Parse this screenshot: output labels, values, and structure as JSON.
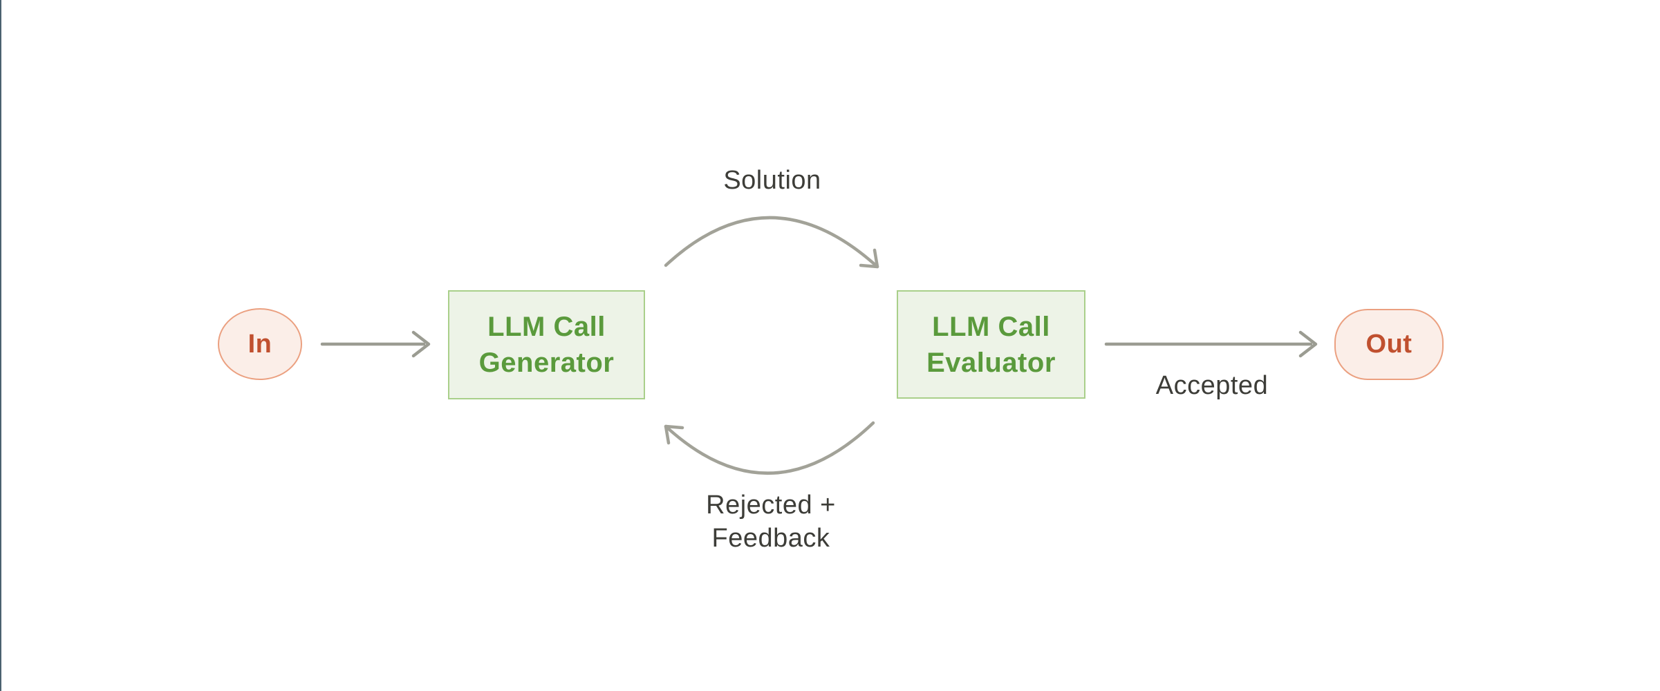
{
  "diagram": {
    "nodes": {
      "input": {
        "label": "In"
      },
      "generator": {
        "line1": "LLM Call",
        "line2": "Generator"
      },
      "evaluator": {
        "line1": "LLM Call",
        "line2": "Evaluator"
      },
      "output": {
        "label": "Out"
      }
    },
    "edges": {
      "generator_to_evaluator": {
        "label": "Solution"
      },
      "evaluator_to_generator": {
        "line1": "Rejected +",
        "line2": "Feedback"
      },
      "evaluator_to_out": {
        "label": "Accepted"
      }
    },
    "colors": {
      "terminal_fill": "#fbeee8",
      "terminal_border": "#eba080",
      "terminal_text": "#c0502f",
      "process_fill": "#edf3e7",
      "process_border": "#a9cf8a",
      "process_text": "#5a9a3c",
      "arrow": "#9b9c92",
      "curved_arrow": "#a2a298",
      "label_text": "#3d3d38",
      "window_edge": "#4b616f",
      "canvas_bg": "#ffffff"
    }
  }
}
